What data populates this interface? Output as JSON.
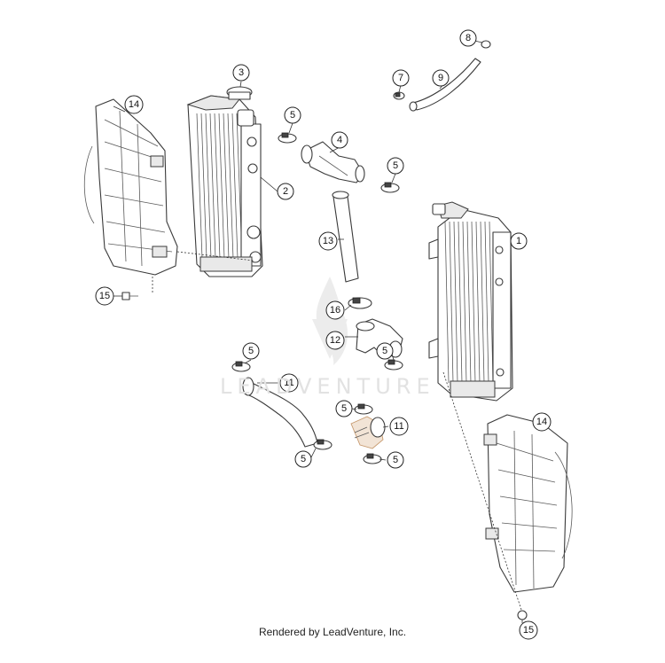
{
  "watermark": "LEADVENTURE",
  "footer": "Rendered by LeadVenture, Inc.",
  "callouts": [
    {
      "id": "c1",
      "label": "1"
    },
    {
      "id": "c2",
      "label": "2"
    },
    {
      "id": "c3",
      "label": "3"
    },
    {
      "id": "c4",
      "label": "4"
    },
    {
      "id": "c5a",
      "label": "5"
    },
    {
      "id": "c5b",
      "label": "5"
    },
    {
      "id": "c5c",
      "label": "5"
    },
    {
      "id": "c5d",
      "label": "5"
    },
    {
      "id": "c5e",
      "label": "5"
    },
    {
      "id": "c5f",
      "label": "5"
    },
    {
      "id": "c5g",
      "label": "5"
    },
    {
      "id": "c7",
      "label": "7"
    },
    {
      "id": "c8",
      "label": "8"
    },
    {
      "id": "c9",
      "label": "9"
    },
    {
      "id": "c11a",
      "label": "11"
    },
    {
      "id": "c11b",
      "label": "11"
    },
    {
      "id": "c12",
      "label": "12"
    },
    {
      "id": "c13",
      "label": "13"
    },
    {
      "id": "c14a",
      "label": "14"
    },
    {
      "id": "c14b",
      "label": "14"
    },
    {
      "id": "c15a",
      "label": "15"
    },
    {
      "id": "c15b",
      "label": "15"
    },
    {
      "id": "c16",
      "label": "16"
    }
  ]
}
